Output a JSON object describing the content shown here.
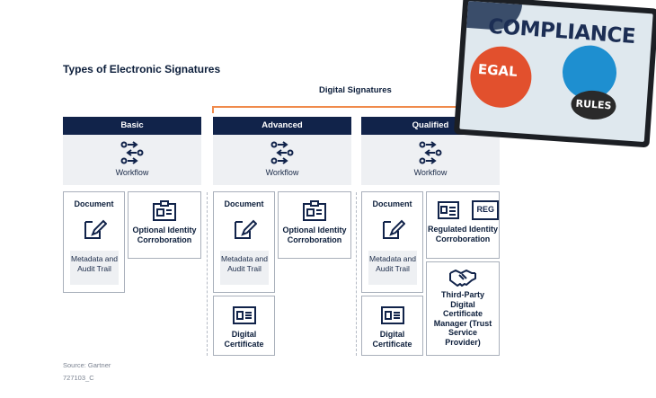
{
  "title": "Types of Electronic Signatures",
  "digital_signatures_label": "Digital Signatures",
  "columns": [
    {
      "header": "Basic",
      "workflow_label": "Workflow"
    },
    {
      "header": "Advanced",
      "workflow_label": "Workflow"
    },
    {
      "header": "Qualified",
      "workflow_label": "Workflow"
    }
  ],
  "cards": {
    "document": "Document",
    "metadata": "Metadata and Audit Trail",
    "optional_identity": "Optional Identity Corroboration",
    "digital_certificate": "Digital Certificate",
    "regulated_identity": "Regulated Identity Corroboration",
    "third_party": "Third-Party Digital Certificate Manager (Trust Service Provider)",
    "reg_badge": "REG"
  },
  "footer": {
    "source": "Source: Gartner",
    "code": "727103_C"
  },
  "photo": {
    "compliance": "COMPLIANCE",
    "legal": "EGAL",
    "rules": "RULES"
  },
  "colors": {
    "header_navy": "#11234a",
    "accent_orange": "#f08a4b",
    "panel_gray": "#eef0f3",
    "border_gray": "#a9b0bb"
  },
  "icons": [
    "workflow-icon",
    "document-sign-icon",
    "id-card-icon",
    "certificate-icon",
    "handshake-icon"
  ]
}
